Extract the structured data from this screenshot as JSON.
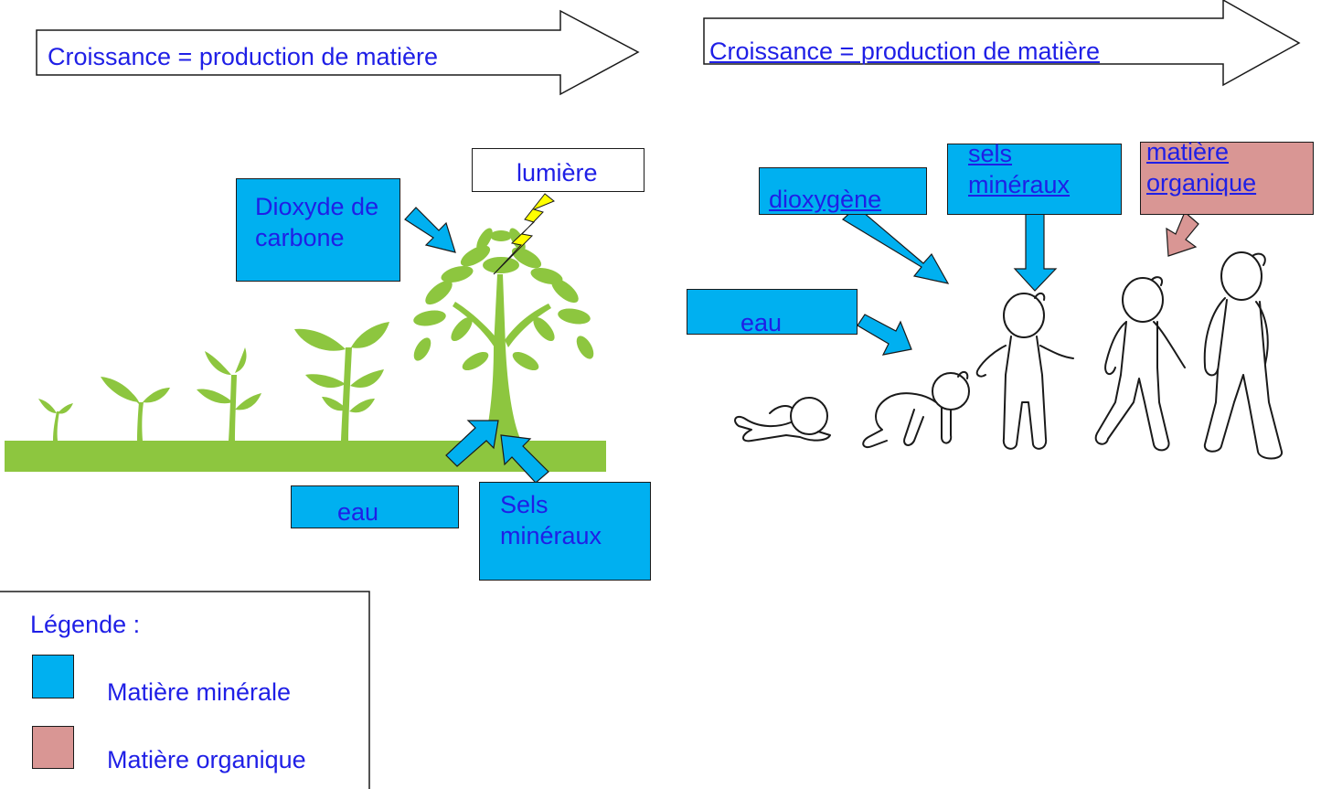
{
  "arrows": {
    "left_label": "Croissance = production de matière",
    "right_label": "Croissance = production de matière"
  },
  "plant": {
    "co2_label": "Dioxyde de carbone",
    "light_label": "lumière",
    "water_label": "eau",
    "salts_label": "Sels minéraux"
  },
  "child": {
    "oxygen_label": "dioxygène",
    "salts_label": "sels minéraux",
    "organic_label": "matière organique",
    "water_label": "eau"
  },
  "legend": {
    "title": "Légende :",
    "items": [
      {
        "label": "Matière minérale",
        "color": "#00b0f0"
      },
      {
        "label": "Matière organique",
        "color": "#d99694"
      }
    ]
  },
  "colors": {
    "mineral": "#00b0f0",
    "organic": "#d99694",
    "text": "#1f1fe6",
    "plant_green": "#8dc63f"
  }
}
